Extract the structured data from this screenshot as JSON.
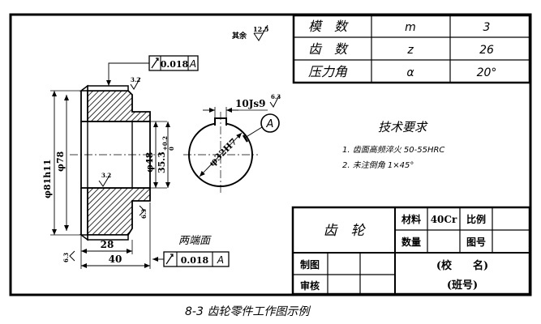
{
  "params_table": {
    "rows": [
      {
        "name": "模　数",
        "symbol": "m",
        "value": "3"
      },
      {
        "name": "齿　数",
        "symbol": "z",
        "value": "26"
      },
      {
        "name": "压力角",
        "symbol": "α",
        "value": "20°"
      }
    ]
  },
  "tech_requirements": {
    "title": "技术要求",
    "items": [
      "1. 齿面高频淬火 50-55HRC",
      "2. 未注倒角 1×45°"
    ]
  },
  "title_block": {
    "part_name": "齿　轮",
    "material_label": "材料",
    "material_value": "40Cr",
    "scale_label": "比例",
    "quantity_label": "数量",
    "drawing_no_label": "图号",
    "drawn_by_label": "制图",
    "checked_by_label": "审核",
    "school_label": "(校　　名)",
    "class_label": "(班号)"
  },
  "annotations": {
    "rest_roughness_label": "其余",
    "rest_roughness_value": "12.5",
    "roughness_3_2": "3.2",
    "roughness_6_3": "6.3",
    "runout_value_top": "0.018",
    "runout_datum_top": "A",
    "runout_value_bottom": "0.018",
    "runout_datum_bottom": "A",
    "both_ends_label": "两端面",
    "dim_outer_dia": "φ81h11",
    "dim_hub_dia": "φ78",
    "dim_bore_dia": "φ48",
    "dim_keyway_depth": "35.3",
    "dim_keyway_tol_upper": "+0.2",
    "dim_keyway_tol_lower": "0",
    "dim_key_width": "10Js9",
    "dim_bore_fit": "φ32H7",
    "dim_hub_length": "28",
    "dim_total_length": "40",
    "datum_letter": "A"
  },
  "caption": "8-3  齿轮零件工作图示例"
}
